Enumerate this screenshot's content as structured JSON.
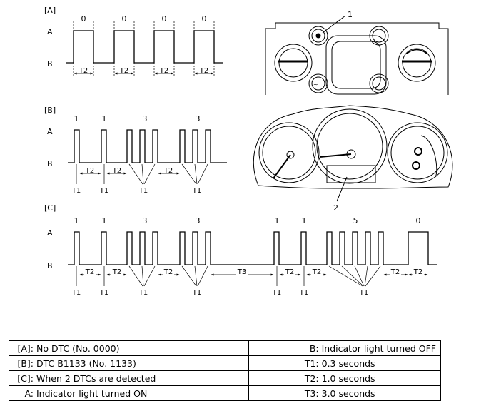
{
  "diagrams": [
    {
      "id": "A",
      "tag": "[A]",
      "signal_high_label": "A",
      "signal_low_label": "B",
      "count_labels": [
        "0",
        "0",
        "0",
        "0"
      ],
      "gap_labels": [
        "T2",
        "T2",
        "T2",
        "T2"
      ],
      "pulse_labels": []
    },
    {
      "id": "B",
      "tag": "[B]",
      "signal_high_label": "A",
      "signal_low_label": "B",
      "count_labels": [
        "1",
        "1",
        "3",
        "3"
      ],
      "gap_labels": [
        "T2",
        "T2",
        "T2"
      ],
      "pulse_labels": [
        "T1",
        "T1",
        "T1",
        "T1"
      ]
    },
    {
      "id": "C",
      "tag": "[C]",
      "signal_high_label": "A",
      "signal_low_label": "B",
      "count_labels": [
        "1",
        "1",
        "3",
        "3",
        "1",
        "1",
        "5",
        "0"
      ],
      "gap_labels": [
        "T2",
        "T2",
        "T2",
        "T3",
        "T2",
        "T2",
        "T2",
        "T2"
      ],
      "pulse_labels": [
        "T1",
        "T1",
        "T1",
        "T1",
        "T1",
        "T1",
        "T1"
      ]
    }
  ],
  "callouts": {
    "indicator_number": "1",
    "display_number": "2"
  },
  "legend": {
    "rows": [
      {
        "left_key": "[A]:",
        "left_text": "No DTC (No. 0000)",
        "right_key": "B:",
        "right_text": "Indicator light turned OFF"
      },
      {
        "left_key": "[B]:",
        "left_text": "DTC B1133 (No. 1133)",
        "right_key": "T1:",
        "right_text": "0.3 seconds"
      },
      {
        "left_key": "[C]:",
        "left_text": "When 2 DTCs are detected",
        "right_key": "T2:",
        "right_text": "1.0 seconds"
      },
      {
        "left_key": "A:",
        "left_text": "Indicator light turned ON",
        "right_key": "T3:",
        "right_text": "3.0 seconds"
      }
    ]
  }
}
